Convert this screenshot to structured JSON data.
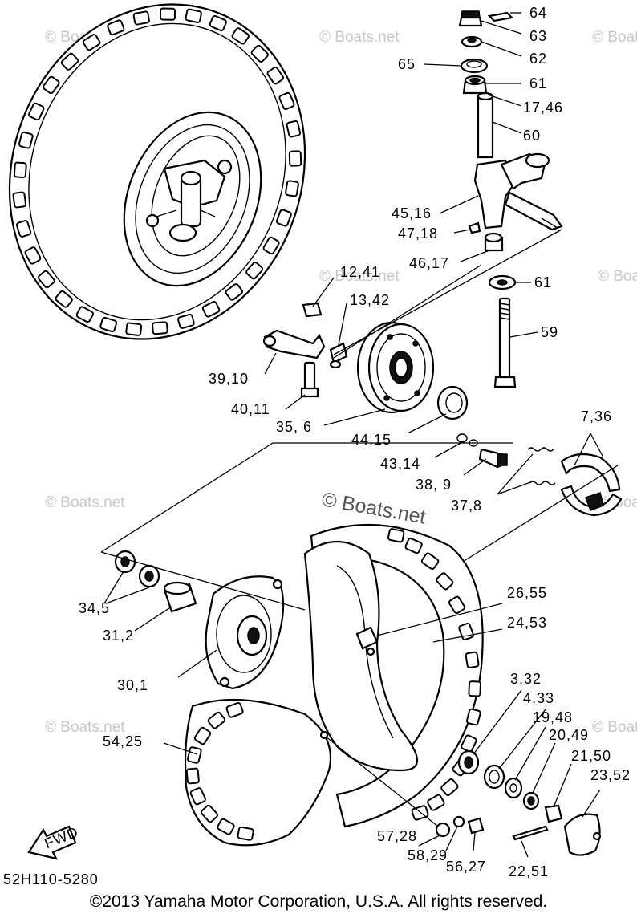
{
  "diagram": {
    "drawing_code": "52H110-5280",
    "copyright": "©2013 Yamaha Motor Corporation, U.S.A. All rights reserved.",
    "watermark": "© Boats.net",
    "fwd_label": "FWD",
    "callouts": {
      "c64": "64",
      "c63": "63",
      "c62": "62",
      "c65": "65",
      "c61a": "61",
      "c17_46": "17,46",
      "c60": "60",
      "c45_16": "45,16",
      "c47_18": "47,18",
      "c46_17": "46,17",
      "c61b": "61",
      "c59": "59",
      "c12_41": "12,41",
      "c13_42": "13,42",
      "c39_10": "39,10",
      "c40_11": "40,11",
      "c35_6": "35, 6",
      "c44_15": "44,15",
      "c43_14": "43,14",
      "c38_9": "38, 9",
      "c37_8": "37,8",
      "c7_36": "7,36",
      "c26_55": "26,55",
      "c24_53": "24,53",
      "c34_5": "34,5",
      "c31_2": "31,2",
      "c30_1": "30,1",
      "c54_25": "54,25",
      "c3_32": "3,32",
      "c4_33": "4,33",
      "c19_48": "19,48",
      "c20_49": "20,49",
      "c21_50": "21,50",
      "c23_52": "23,52",
      "c57_28": "57,28",
      "c58_29": "58,29",
      "c56_27": "56,27",
      "c22_51": "22,51"
    }
  }
}
